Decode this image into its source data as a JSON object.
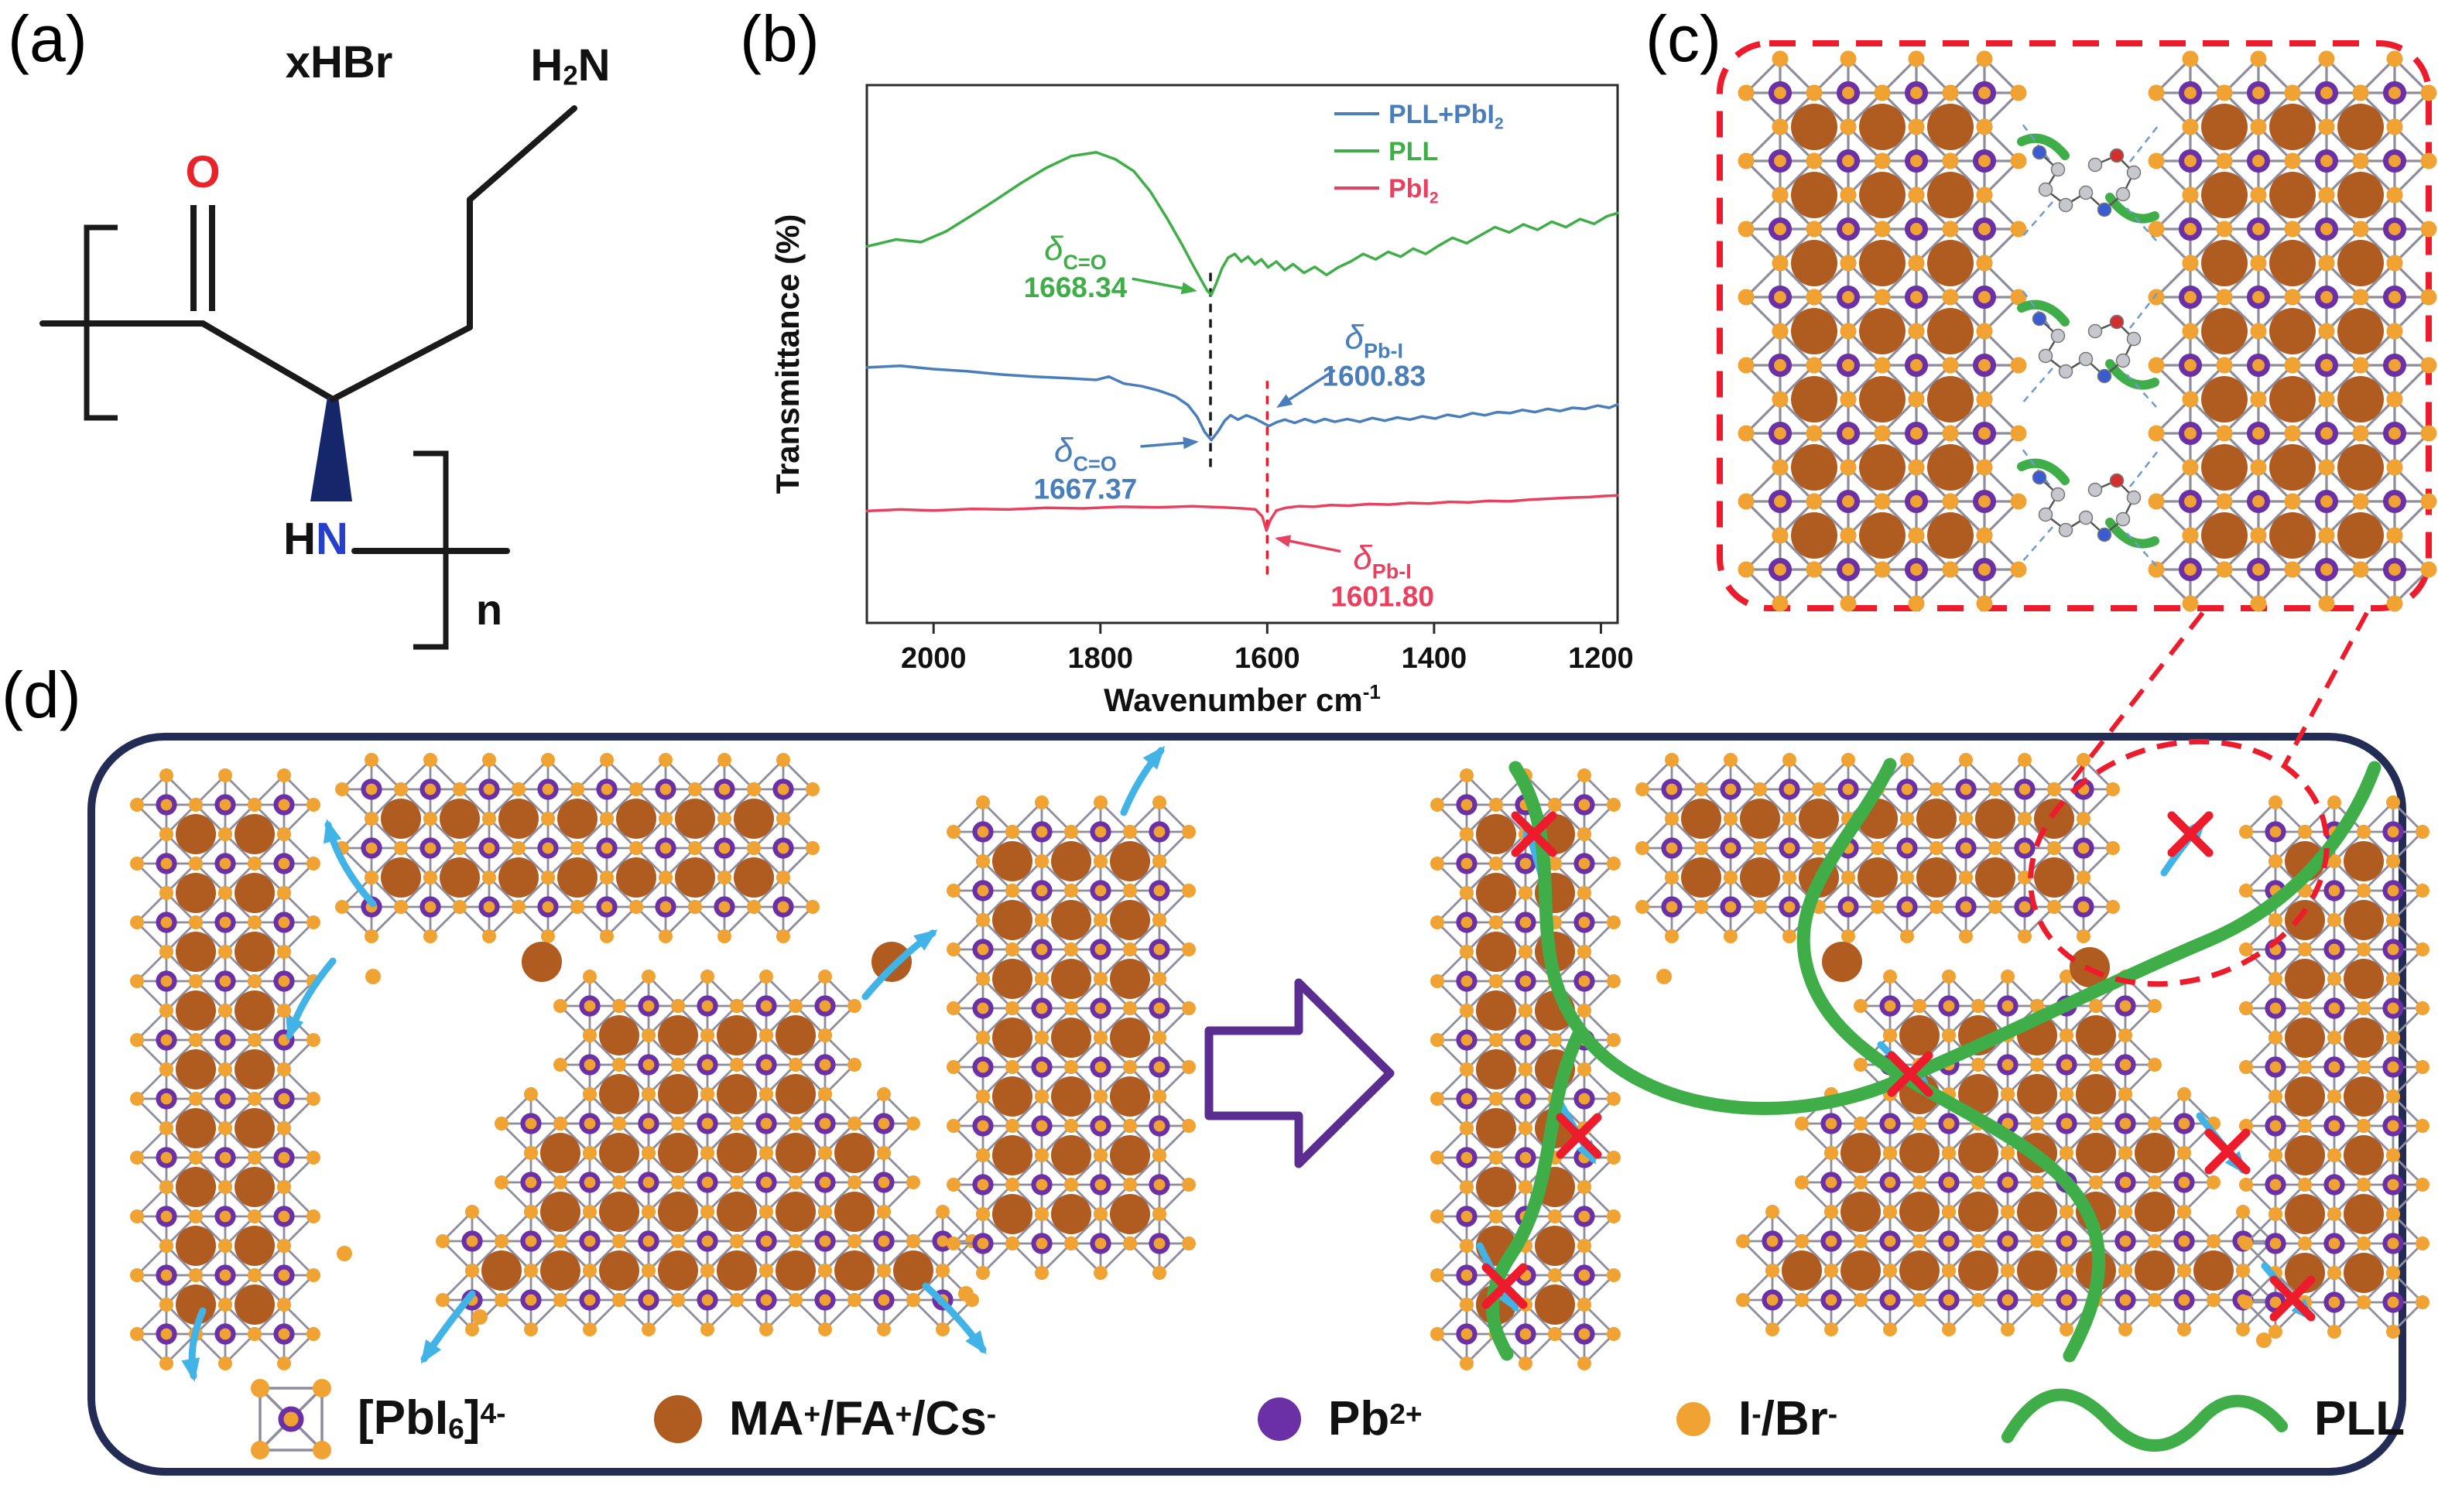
{
  "palette": {
    "bond_black": "#1A1A1A",
    "o_red": "#E8232A",
    "n_blue": "#2640C9",
    "wedge_navy": "#16266B",
    "chart_blue": "#4A7EBB",
    "chart_green": "#3FAE49",
    "chart_red": "#E8415F",
    "lattice_line": "#8D8D9E",
    "iodine_orange": "#F0A232",
    "a_site_brown": "#B05C20",
    "pb_purple": "#6B2FA6",
    "pll_green": "#3FAE49",
    "migration_cyan": "#41B3E6",
    "callout_red": "#EC1C2D",
    "box_navy": "#232C54",
    "arrow_purple": "#5B2D90",
    "atom_gray": "#C7C7CE",
    "atom_blue": "#3B5BD0",
    "atom_red": "#D03030",
    "hbond_blue": "#6F9AD0"
  },
  "panel_a": {
    "label": "(a)",
    "salt": "xHBr",
    "amine_parts": [
      {
        "t": "H"
      },
      {
        "sub": "2"
      },
      {
        "t": "N"
      }
    ],
    "oxygen": "O",
    "nh": {
      "h": "H",
      "n": "N"
    },
    "repeat": "n"
  },
  "panel_b": {
    "label": "(b)",
    "chart_data": {
      "type": "line",
      "title": "",
      "xlabel": "Wavenumber cm-1",
      "xlabel_parts": [
        {
          "t": "Wavenumber cm"
        },
        {
          "sup": "-1"
        }
      ],
      "ylabel": "Transmittance (%)",
      "x_ticks": [
        2000,
        1800,
        1600,
        1400,
        1200
      ],
      "xlim": [
        2080,
        1180
      ],
      "ylim": [
        0,
        1
      ],
      "x_axis_reversed": true,
      "grid": false,
      "legend_position": "top-right",
      "series": [
        {
          "name": "PLL+PbI2",
          "name_parts": [
            {
              "t": "PLL+PbI"
            },
            {
              "sub": "2"
            }
          ],
          "color": "#4A7EBB",
          "points": [
            [
              2080,
              0.475
            ],
            [
              2040,
              0.478
            ],
            [
              2000,
              0.472
            ],
            [
              1960,
              0.468
            ],
            [
              1920,
              0.462
            ],
            [
              1880,
              0.458
            ],
            [
              1840,
              0.455
            ],
            [
              1805,
              0.452
            ],
            [
              1790,
              0.458
            ],
            [
              1772,
              0.445
            ],
            [
              1750,
              0.44
            ],
            [
              1730,
              0.432
            ],
            [
              1710,
              0.421
            ],
            [
              1695,
              0.405
            ],
            [
              1684,
              0.383
            ],
            [
              1675,
              0.355
            ],
            [
              1667,
              0.34
            ],
            [
              1659,
              0.356
            ],
            [
              1651,
              0.376
            ],
            [
              1644,
              0.386
            ],
            [
              1635,
              0.378
            ],
            [
              1625,
              0.386
            ],
            [
              1615,
              0.38
            ],
            [
              1605,
              0.372
            ],
            [
              1598,
              0.366
            ],
            [
              1589,
              0.373
            ],
            [
              1579,
              0.378
            ],
            [
              1567,
              0.372
            ],
            [
              1555,
              0.379
            ],
            [
              1543,
              0.373
            ],
            [
              1531,
              0.379
            ],
            [
              1519,
              0.374
            ],
            [
              1504,
              0.379
            ],
            [
              1489,
              0.374
            ],
            [
              1474,
              0.381
            ],
            [
              1459,
              0.376
            ],
            [
              1444,
              0.382
            ],
            [
              1429,
              0.378
            ],
            [
              1414,
              0.384
            ],
            [
              1399,
              0.38
            ],
            [
              1384,
              0.387
            ],
            [
              1369,
              0.383
            ],
            [
              1354,
              0.39
            ],
            [
              1339,
              0.386
            ],
            [
              1324,
              0.392
            ],
            [
              1309,
              0.39
            ],
            [
              1294,
              0.396
            ],
            [
              1279,
              0.392
            ],
            [
              1264,
              0.398
            ],
            [
              1249,
              0.394
            ],
            [
              1234,
              0.4
            ],
            [
              1219,
              0.398
            ],
            [
              1204,
              0.404
            ],
            [
              1190,
              0.4
            ],
            [
              1180,
              0.406
            ]
          ]
        },
        {
          "name": "PLL",
          "name_parts": [
            {
              "t": "PLL"
            }
          ],
          "color": "#3FAE49",
          "points": [
            [
              2080,
              0.7
            ],
            [
              2045,
              0.713
            ],
            [
              2015,
              0.708
            ],
            [
              1985,
              0.728
            ],
            [
              1955,
              0.757
            ],
            [
              1925,
              0.787
            ],
            [
              1895,
              0.818
            ],
            [
              1865,
              0.846
            ],
            [
              1835,
              0.868
            ],
            [
              1805,
              0.875
            ],
            [
              1782,
              0.862
            ],
            [
              1760,
              0.84
            ],
            [
              1740,
              0.802
            ],
            [
              1720,
              0.752
            ],
            [
              1702,
              0.703
            ],
            [
              1690,
              0.668
            ],
            [
              1680,
              0.64
            ],
            [
              1672,
              0.618
            ],
            [
              1667,
              0.61
            ],
            [
              1661,
              0.632
            ],
            [
              1654,
              0.66
            ],
            [
              1647,
              0.679
            ],
            [
              1639,
              0.686
            ],
            [
              1631,
              0.672
            ],
            [
              1623,
              0.681
            ],
            [
              1615,
              0.667
            ],
            [
              1607,
              0.676
            ],
            [
              1599,
              0.661
            ],
            [
              1589,
              0.672
            ],
            [
              1579,
              0.656
            ],
            [
              1569,
              0.667
            ],
            [
              1556,
              0.651
            ],
            [
              1543,
              0.662
            ],
            [
              1529,
              0.647
            ],
            [
              1515,
              0.661
            ],
            [
              1500,
              0.672
            ],
            [
              1485,
              0.686
            ],
            [
              1470,
              0.676
            ],
            [
              1455,
              0.69
            ],
            [
              1440,
              0.681
            ],
            [
              1425,
              0.696
            ],
            [
              1410,
              0.686
            ],
            [
              1395,
              0.701
            ],
            [
              1378,
              0.716
            ],
            [
              1361,
              0.706
            ],
            [
              1344,
              0.721
            ],
            [
              1327,
              0.736
            ],
            [
              1310,
              0.726
            ],
            [
              1293,
              0.741
            ],
            [
              1276,
              0.731
            ],
            [
              1259,
              0.746
            ],
            [
              1242,
              0.736
            ],
            [
              1225,
              0.751
            ],
            [
              1208,
              0.742
            ],
            [
              1193,
              0.756
            ],
            [
              1180,
              0.762
            ]
          ]
        },
        {
          "name": "PbI2",
          "name_parts": [
            {
              "t": "PbI"
            },
            {
              "sub": "2"
            }
          ],
          "color": "#E8415F",
          "points": [
            [
              2080,
              0.208
            ],
            [
              2040,
              0.211
            ],
            [
              2000,
              0.209
            ],
            [
              1955,
              0.212
            ],
            [
              1910,
              0.211
            ],
            [
              1865,
              0.214
            ],
            [
              1820,
              0.213
            ],
            [
              1775,
              0.216
            ],
            [
              1730,
              0.215
            ],
            [
              1690,
              0.217
            ],
            [
              1655,
              0.215
            ],
            [
              1630,
              0.213
            ],
            [
              1614,
              0.211
            ],
            [
              1606,
              0.198
            ],
            [
              1601,
              0.172
            ],
            [
              1596,
              0.192
            ],
            [
              1589,
              0.209
            ],
            [
              1578,
              0.214
            ],
            [
              1562,
              0.217
            ],
            [
              1544,
              0.216
            ],
            [
              1524,
              0.219
            ],
            [
              1502,
              0.218
            ],
            [
              1478,
              0.221
            ],
            [
              1454,
              0.22
            ],
            [
              1430,
              0.223
            ],
            [
              1406,
              0.222
            ],
            [
              1382,
              0.225
            ],
            [
              1358,
              0.224
            ],
            [
              1334,
              0.227
            ],
            [
              1310,
              0.226
            ],
            [
              1286,
              0.229
            ],
            [
              1262,
              0.231
            ],
            [
              1238,
              0.233
            ],
            [
              1214,
              0.234
            ],
            [
              1196,
              0.236
            ],
            [
              1180,
              0.237
            ]
          ]
        }
      ],
      "vlines": [
        {
          "x": 1668,
          "t1": 0.29,
          "t2": 0.66,
          "color": "#1A1A1A"
        },
        {
          "x": 1600,
          "t1": 0.09,
          "t2": 0.45,
          "color": "#EC1C2D"
        }
      ],
      "annotations": [
        {
          "symbol": "δ",
          "sub": "C=O",
          "value": "1668.34",
          "color": "#3FAE49",
          "tx": 1830,
          "ty": 0.675,
          "ax1": 1762,
          "ay1": 0.64,
          "ax2": 1684,
          "ay2": 0.617
        },
        {
          "symbol": "δ",
          "sub": "C=O",
          "value": "1667.37",
          "color": "#4A7EBB",
          "tx": 1818,
          "ty": 0.3,
          "ax1": 1752,
          "ay1": 0.328,
          "ax2": 1682,
          "ay2": 0.337
        },
        {
          "symbol": "δ",
          "sub": "Pb-I",
          "value": "1600.83",
          "color": "#4A7EBB",
          "tx": 1472,
          "ty": 0.51,
          "ax1": 1519,
          "ay1": 0.47,
          "ax2": 1589,
          "ay2": 0.4
        },
        {
          "symbol": "δ",
          "sub": "Pb-I",
          "value": "1601.80",
          "color": "#E8415F",
          "tx": 1462,
          "ty": 0.1,
          "ax1": 1512,
          "ay1": 0.133,
          "ax2": 1591,
          "ay2": 0.158
        }
      ]
    }
  },
  "panel_c": {
    "label": "(c)"
  },
  "panel_d": {
    "label": "(d)",
    "legend": {
      "pbi6_parts": [
        {
          "t": "[PbI"
        },
        {
          "sub": "6"
        },
        {
          "t": "]"
        },
        {
          "sup": "4-"
        }
      ],
      "a_site_parts": [
        {
          "t": "MA"
        },
        {
          "sup": "+"
        },
        {
          "t": "/FA"
        },
        {
          "sup": "+"
        },
        {
          "t": "/Cs"
        },
        {
          "sup": "-"
        }
      ],
      "pb_parts": [
        {
          "t": "Pb"
        },
        {
          "sup": "2+"
        }
      ],
      "halide_parts": [
        {
          "t": "I"
        },
        {
          "sup": "-"
        },
        {
          "t": "/Br"
        },
        {
          "sup": "-"
        }
      ],
      "pll_label": "PLL"
    }
  }
}
